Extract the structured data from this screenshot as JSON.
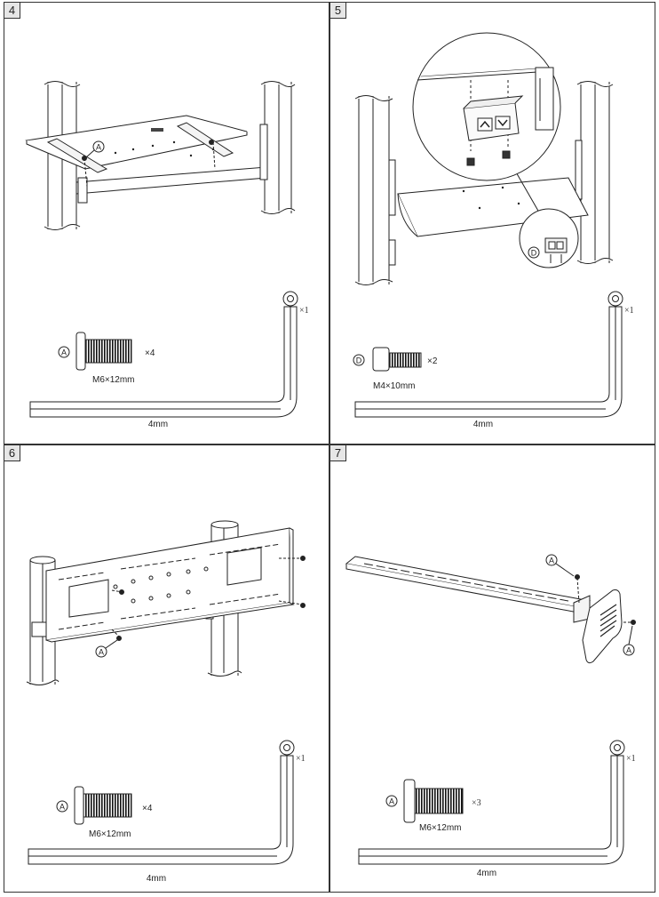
{
  "panels": [
    {
      "step": "4",
      "screw_letter": "A",
      "callout_letter": "A",
      "screw_spec": "M6×12mm",
      "screw_qty": "×4",
      "key_size": "4mm",
      "key_qty": "×1"
    },
    {
      "step": "5",
      "screw_letter": "D",
      "callout_letter": "D",
      "screw_spec": "M4×10mm",
      "screw_qty": "×2",
      "key_size": "4mm",
      "key_qty": "×1"
    },
    {
      "step": "6",
      "screw_letter": "A",
      "callout_letter": "A",
      "screw_spec": "M6×12mm",
      "screw_qty": "×4",
      "key_size": "4mm",
      "key_qty": "×1"
    },
    {
      "step": "7",
      "screw_letter": "A",
      "callout_letter": "A",
      "callout_letter_2": "A",
      "screw_spec": "M6×12mm",
      "screw_qty": "×3",
      "key_size": "4mm",
      "key_qty": "×1"
    }
  ],
  "icons": {
    "up_arrow": "chevron-up-icon",
    "down_arrow": "chevron-down-icon"
  }
}
